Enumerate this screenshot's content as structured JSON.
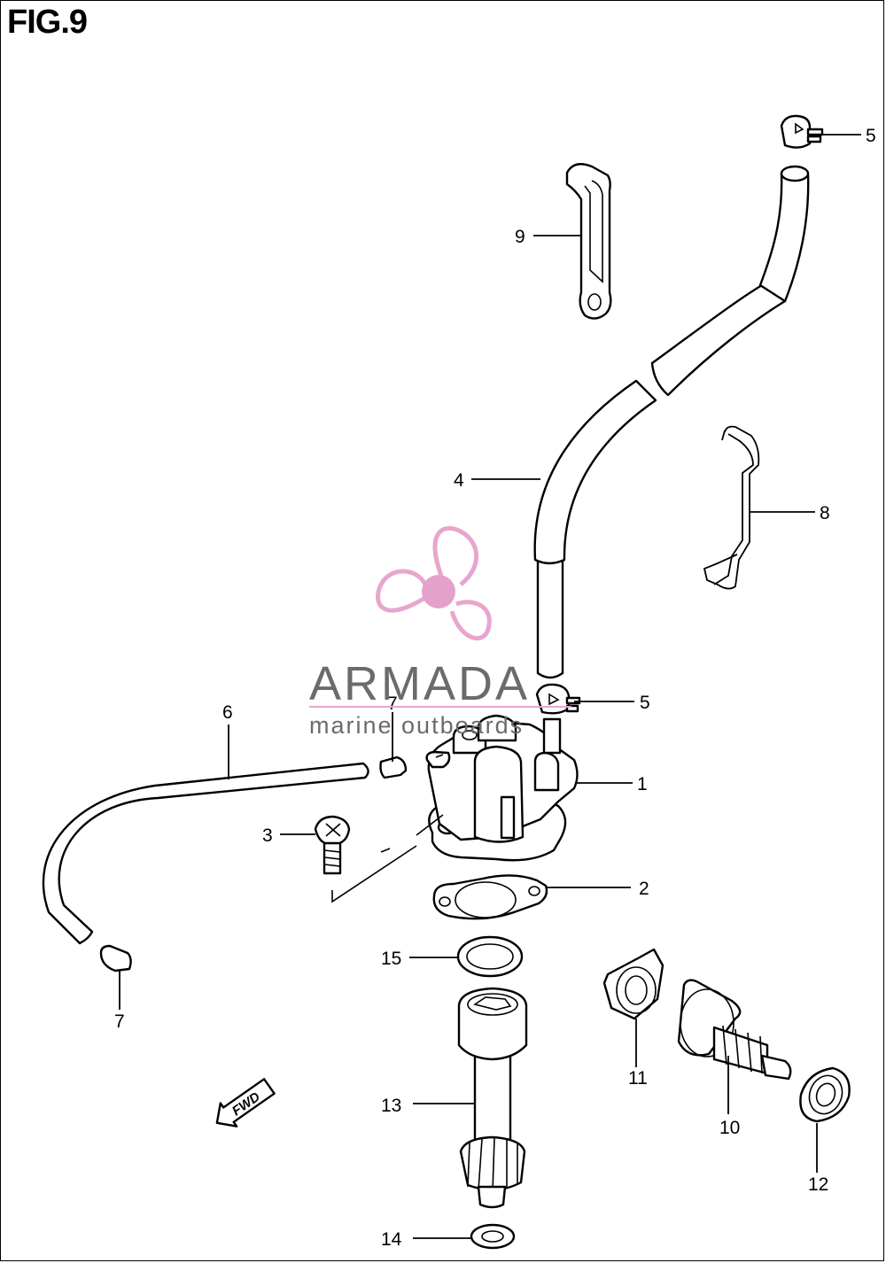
{
  "figure": {
    "title": "FIG.9"
  },
  "callouts": [
    {
      "id": "c-5-top",
      "label": "5"
    },
    {
      "id": "c-9",
      "label": "9"
    },
    {
      "id": "c-4",
      "label": "4"
    },
    {
      "id": "c-8",
      "label": "8"
    },
    {
      "id": "c-5-mid",
      "label": "5"
    },
    {
      "id": "c-6",
      "label": "6"
    },
    {
      "id": "c-7-top",
      "label": "7"
    },
    {
      "id": "c-1",
      "label": "1"
    },
    {
      "id": "c-3",
      "label": "3"
    },
    {
      "id": "c-2",
      "label": "2"
    },
    {
      "id": "c-15",
      "label": "15"
    },
    {
      "id": "c-7-bottom",
      "label": "7"
    },
    {
      "id": "c-11",
      "label": "11"
    },
    {
      "id": "c-10",
      "label": "10"
    },
    {
      "id": "c-13",
      "label": "13"
    },
    {
      "id": "c-12",
      "label": "12"
    },
    {
      "id": "c-14",
      "label": "14"
    }
  ],
  "direction_marker": {
    "label": "FWD"
  },
  "watermark": {
    "brand": "ARMADA",
    "tagline": "marine outboards",
    "colors": {
      "propeller": "#e8a6cf",
      "hub": "#e4a1c9",
      "text": "#6b6b6b",
      "rule": "#e8a6cf"
    }
  }
}
